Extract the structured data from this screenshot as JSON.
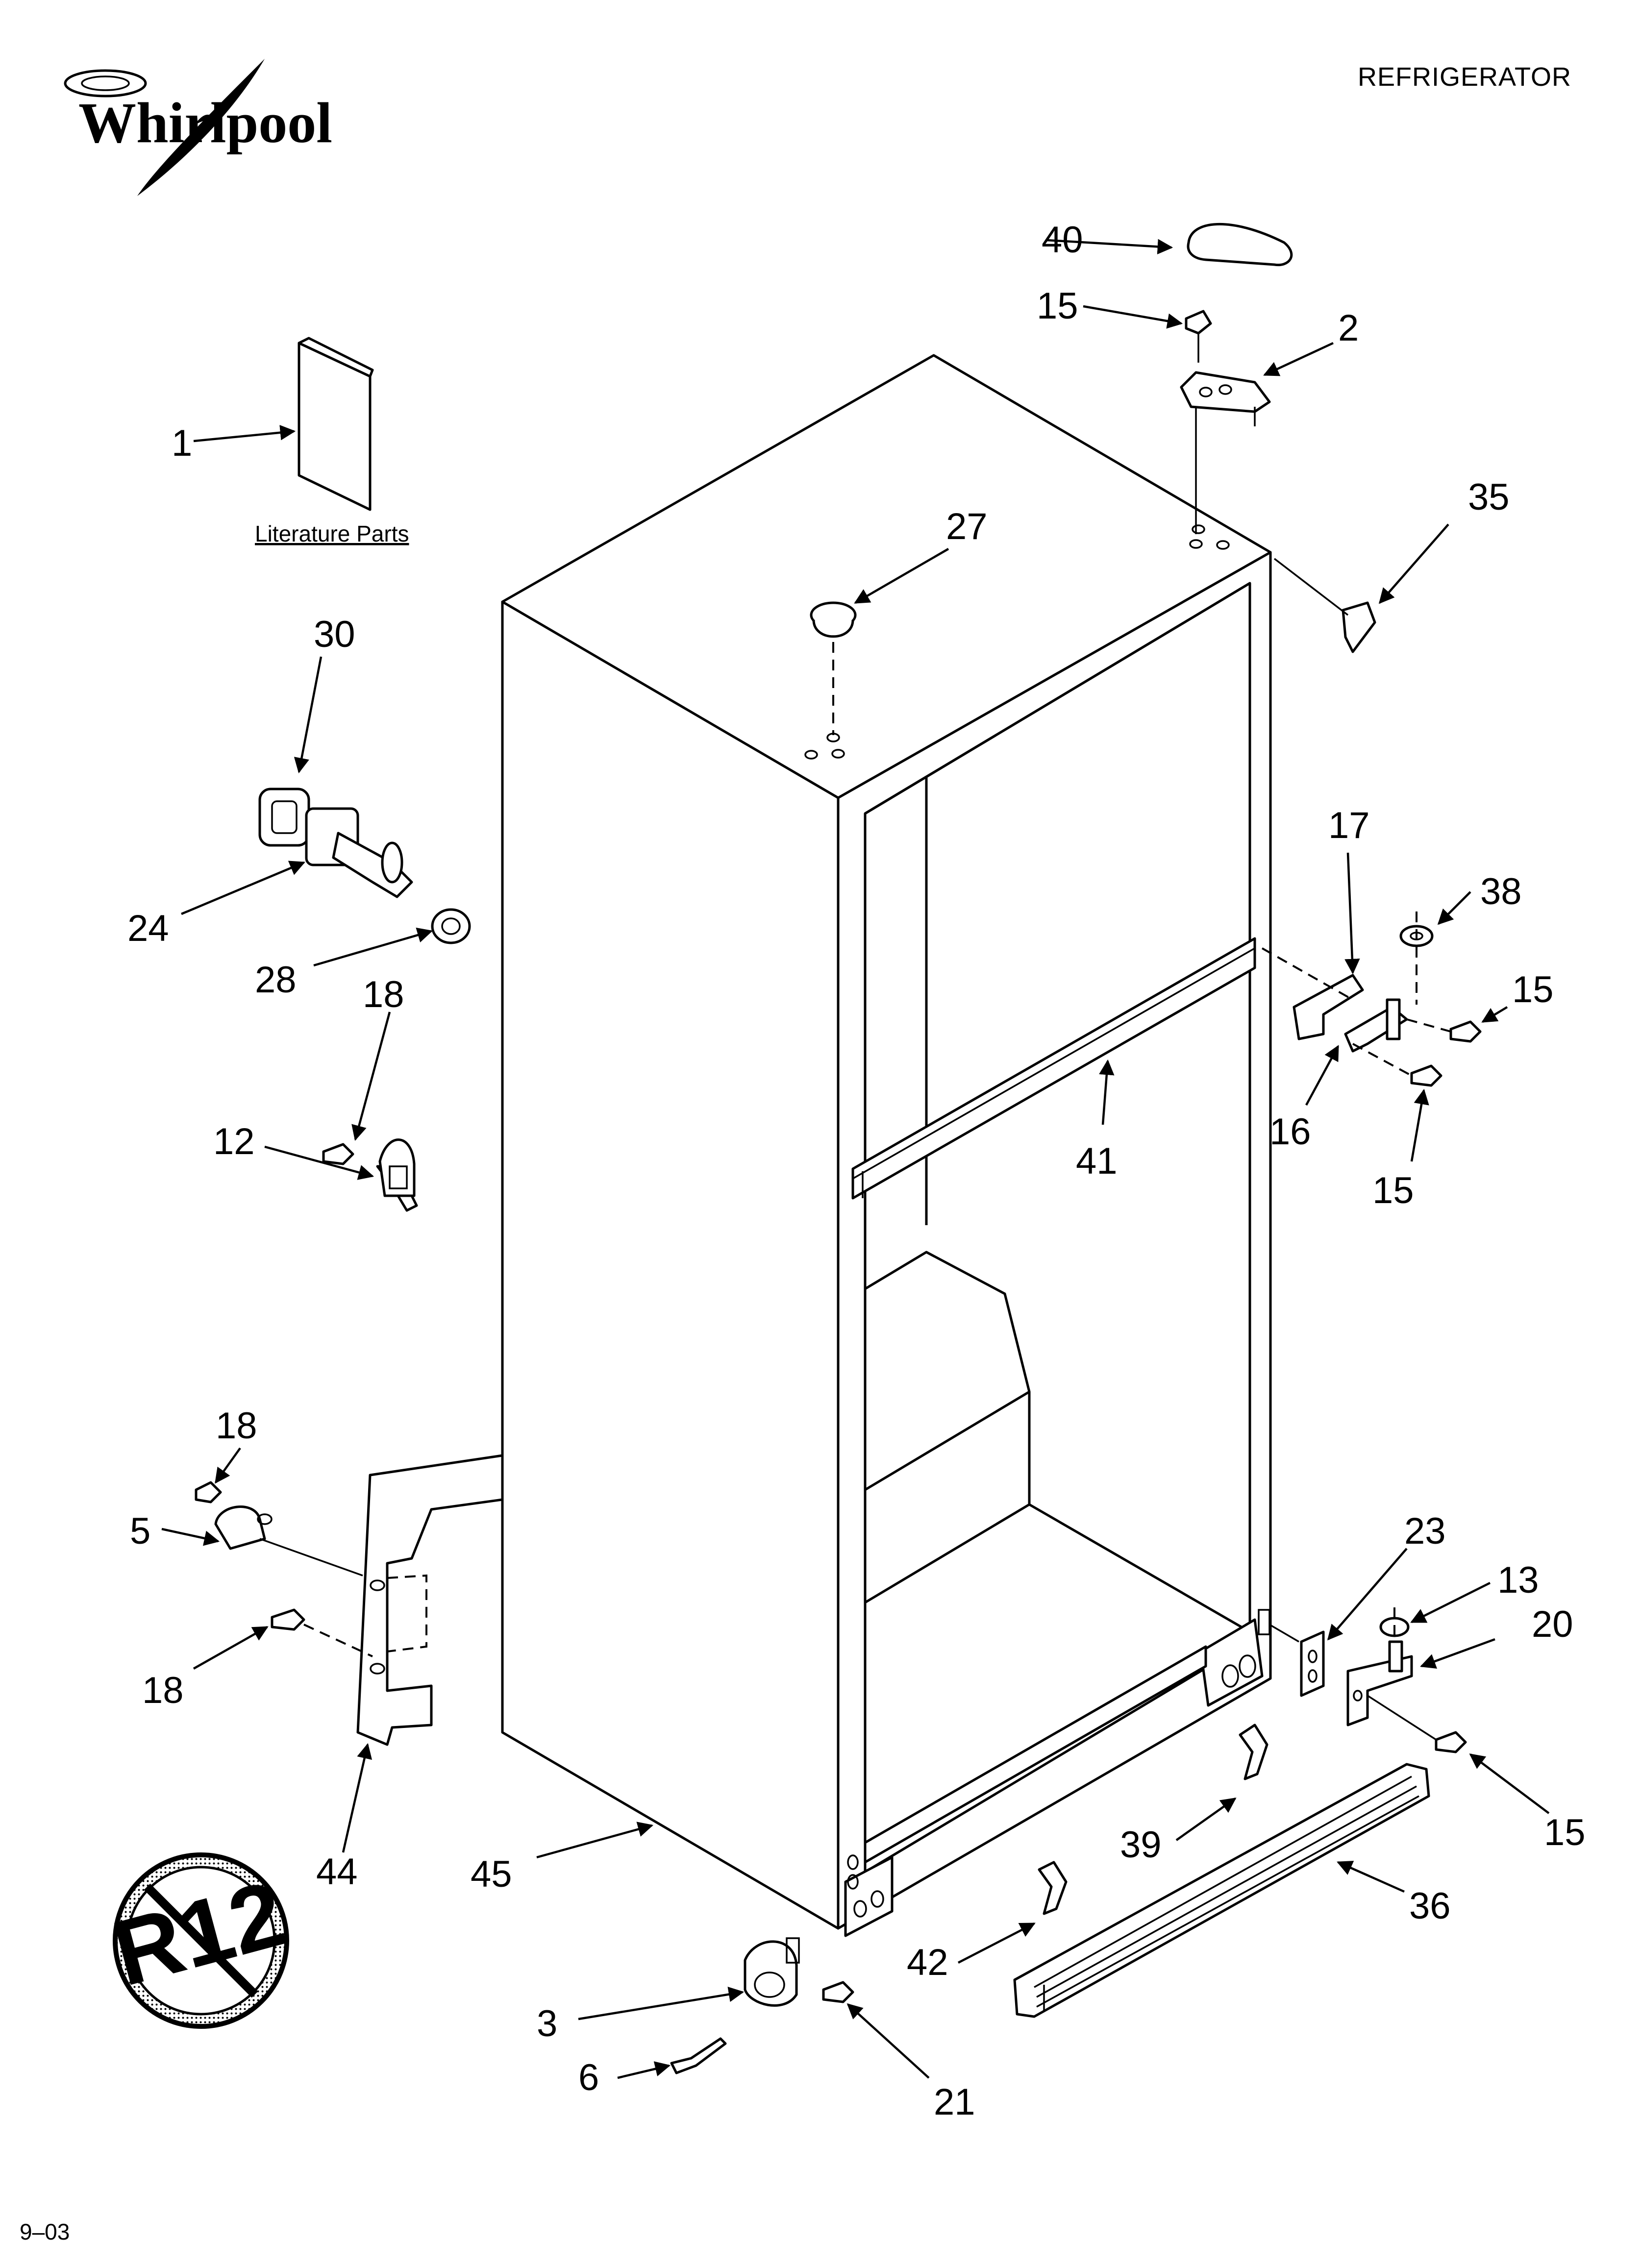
{
  "header": {
    "brand": "Whirlpool",
    "section_title": "REFRIGERATOR",
    "date_code": "9–03"
  },
  "literature": {
    "caption": "Literature Parts"
  },
  "badge": {
    "text": "R12"
  },
  "callouts": [
    "1",
    "2",
    "3",
    "5",
    "6",
    "12",
    "13",
    "15",
    "15",
    "15",
    "15",
    "16",
    "17",
    "18",
    "18",
    "18",
    "20",
    "21",
    "23",
    "24",
    "27",
    "28",
    "30",
    "35",
    "36",
    "38",
    "39",
    "40",
    "41",
    "42",
    "44",
    "45"
  ]
}
